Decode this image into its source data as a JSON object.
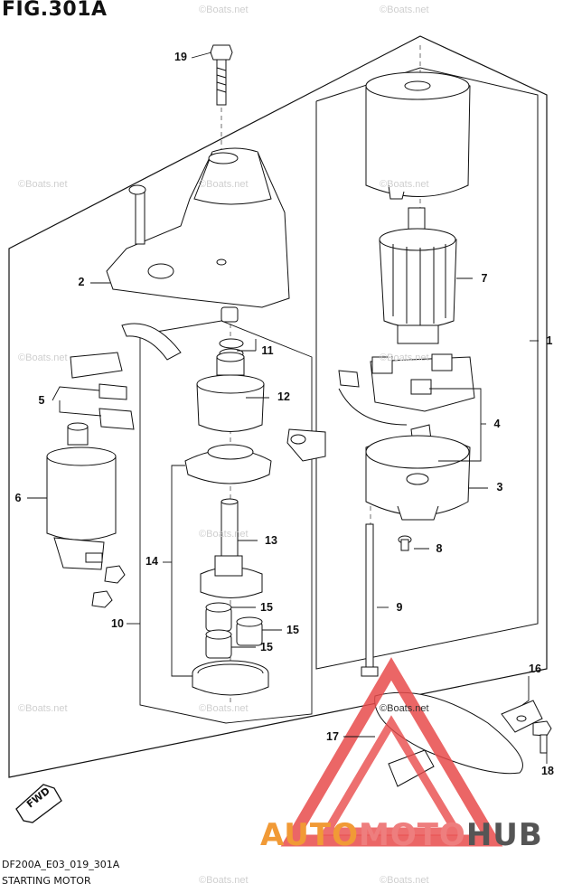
{
  "figure": {
    "title": "FIG.301A"
  },
  "watermark": "Boats.net",
  "callouts": [
    {
      "id": "19",
      "label": "19"
    },
    {
      "id": "2",
      "label": "2"
    },
    {
      "id": "7",
      "label": "7"
    },
    {
      "id": "1",
      "label": "1"
    },
    {
      "id": "11",
      "label": "11"
    },
    {
      "id": "5",
      "label": "5"
    },
    {
      "id": "12",
      "label": "12"
    },
    {
      "id": "4",
      "label": "4"
    },
    {
      "id": "3",
      "label": "3"
    },
    {
      "id": "6",
      "label": "6"
    },
    {
      "id": "13",
      "label": "13"
    },
    {
      "id": "8",
      "label": "8"
    },
    {
      "id": "14",
      "label": "14"
    },
    {
      "id": "9",
      "label": "9"
    },
    {
      "id": "10",
      "label": "10"
    },
    {
      "id": "15a",
      "label": "15"
    },
    {
      "id": "15b",
      "label": "15"
    },
    {
      "id": "15c",
      "label": "15"
    },
    {
      "id": "16",
      "label": "16"
    },
    {
      "id": "17",
      "label": "17"
    },
    {
      "id": "18",
      "label": "18"
    }
  ],
  "fwd_label": "FWD",
  "footer": {
    "code": "DF200A_E03_019_301A",
    "caption": "STARTING MOTOR"
  },
  "brand": {
    "part1": "AUTO",
    "part2": "MOTO",
    "part3": "HUB"
  },
  "colors": {
    "brand_orange": "#f19a36",
    "brand_red": "#e84b4b",
    "brand_gray": "#555555",
    "watermark": "#cfcfcf"
  }
}
